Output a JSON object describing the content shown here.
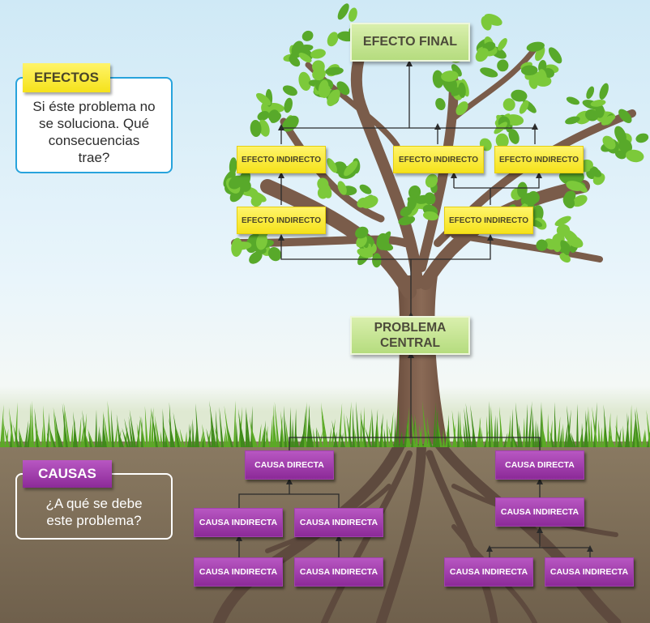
{
  "efectos_panel": {
    "title": "EFECTOS",
    "text": "Si éste problema no se soluciona. Qué consecuencias trae?",
    "title_color": "#f5e21a",
    "border_color": "#27a3dc"
  },
  "causas_panel": {
    "title": "CAUSAS",
    "text": "¿A qué se debe este problema?",
    "title_color": "#8c2a98",
    "border_color": "#ffffff"
  },
  "tree": {
    "efecto_final": "EFECTO FINAL",
    "efectos_indirectos": [
      "EFECTO INDIRECTO",
      "EFECTO INDIRECTO",
      "EFECTO INDIRECTO",
      "EFECTO INDIRECTO",
      "EFECTO INDIRECTO"
    ],
    "problema_central": "PROBLEMA CENTRAL",
    "causas_directas": [
      "CAUSA DIRECTA",
      "CAUSA DIRECTA"
    ],
    "causas_indirectas": [
      "CAUSA INDIRECTA",
      "CAUSA INDIRECTA",
      "CAUSA INDIRECTA",
      "CAUSA INDIRECTA",
      "CAUSA INDIRECTA",
      "CAUSA INDIRECTA",
      "CAUSA INDIRECTA"
    ]
  },
  "colors": {
    "effect_box": "#f5e21a",
    "central_box": "#b5dc7e",
    "cause_box": "#8c2a98",
    "trunk": "#7a5c4a",
    "leaf": "#6dbf2e",
    "grass": "#4e9a1e",
    "soil": "#7d6e58"
  }
}
